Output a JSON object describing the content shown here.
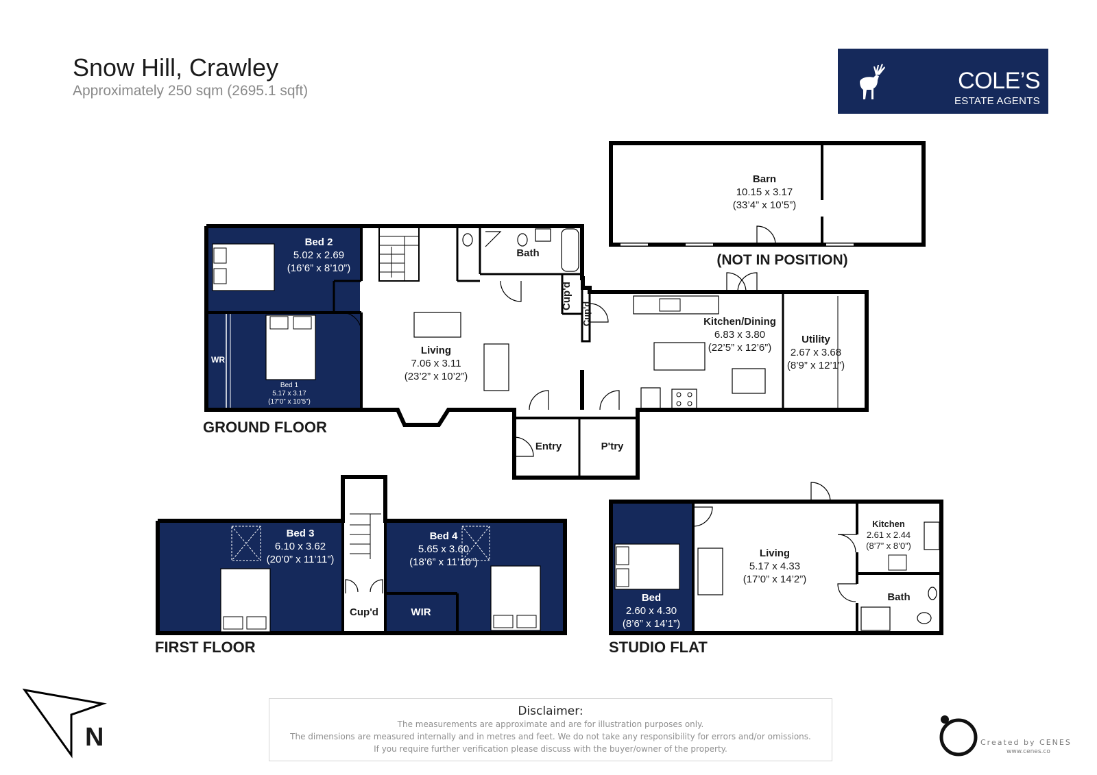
{
  "header": {
    "title": "Snow Hill, Crawley",
    "subtitle": "Approximately 250 sqm (2695.1 sqft)"
  },
  "logo": {
    "name": "COLE’S",
    "tagline": "ESTATE AGENTS",
    "color": "#15295b",
    "icon": "stag-icon"
  },
  "floors": {
    "ground": "GROUND FLOOR",
    "first": "FIRST FLOOR",
    "studio": "STUDIO FLAT"
  },
  "note": "(NOT IN POSITION)",
  "rooms": {
    "barn": {
      "name": "Barn",
      "metric": "10.15 x 3.17",
      "imperial": "(33’4” x 10’5”)"
    },
    "bed2": {
      "name": "Bed 2",
      "metric": "5.02 x 2.69",
      "imperial": "(16’6” x 8’10”)"
    },
    "bath_ground": {
      "name": "Bath"
    },
    "cupd_a": {
      "name": "Cup'd"
    },
    "cupd_b": {
      "name": "Cup'd"
    },
    "bed1": {
      "name": "Bed 1",
      "metric": "5.17 x 3.17",
      "imperial": "(17’0” x 10’5”)"
    },
    "wr": {
      "name": "WR"
    },
    "living_ground": {
      "name": "Living",
      "metric": "7.06 x 3.11",
      "imperial": "(23’2” x 10’2”)"
    },
    "kitchen_dining": {
      "name": "Kitchen/Dining",
      "metric": "6.83 x 3.80",
      "imperial": "(22’5” x 12’6”)"
    },
    "utility": {
      "name": "Utility",
      "metric": "2.67 x 3.68",
      "imperial": "(8’9” x 12’1”)"
    },
    "entry": {
      "name": "Entry"
    },
    "pantry": {
      "name": "P'try"
    },
    "bed3": {
      "name": "Bed 3",
      "metric": "6.10 x 3.62",
      "imperial": "(20’0” x 11’11”)"
    },
    "bed4": {
      "name": "Bed 4",
      "metric": "5.65 x 3.60",
      "imperial": "(18’6” x 11’10”)"
    },
    "cupd_first": {
      "name": "Cup'd"
    },
    "wir": {
      "name": "WIR"
    },
    "studio_bed": {
      "name": "Bed",
      "metric": "2.60 x 4.30",
      "imperial": "(8’6” x 14’1”)"
    },
    "studio_living": {
      "name": "Living",
      "metric": "5.17 x 4.33",
      "imperial": "(17’0” x 14’2”)"
    },
    "studio_kitchen": {
      "name": "Kitchen",
      "metric": "2.61 x 2.44",
      "imperial": "(8’7” x 8’0”)"
    },
    "studio_bath": {
      "name": "Bath"
    }
  },
  "compass": {
    "label": "N"
  },
  "disclaimer": {
    "heading": "Disclaimer:",
    "lines": [
      "The measurements are approximate and are for illustration purposes only.",
      "The dimensions are measured internally and in metres and feet. We do not take any responsibility for errors and/or omissions.",
      "If you require further verification please discuss with the buyer/owner of the property."
    ]
  },
  "credit": {
    "text": "Created by CENES",
    "url": "www.cenes.co"
  },
  "colors": {
    "navy": "#15295b",
    "wall": "#000000"
  }
}
